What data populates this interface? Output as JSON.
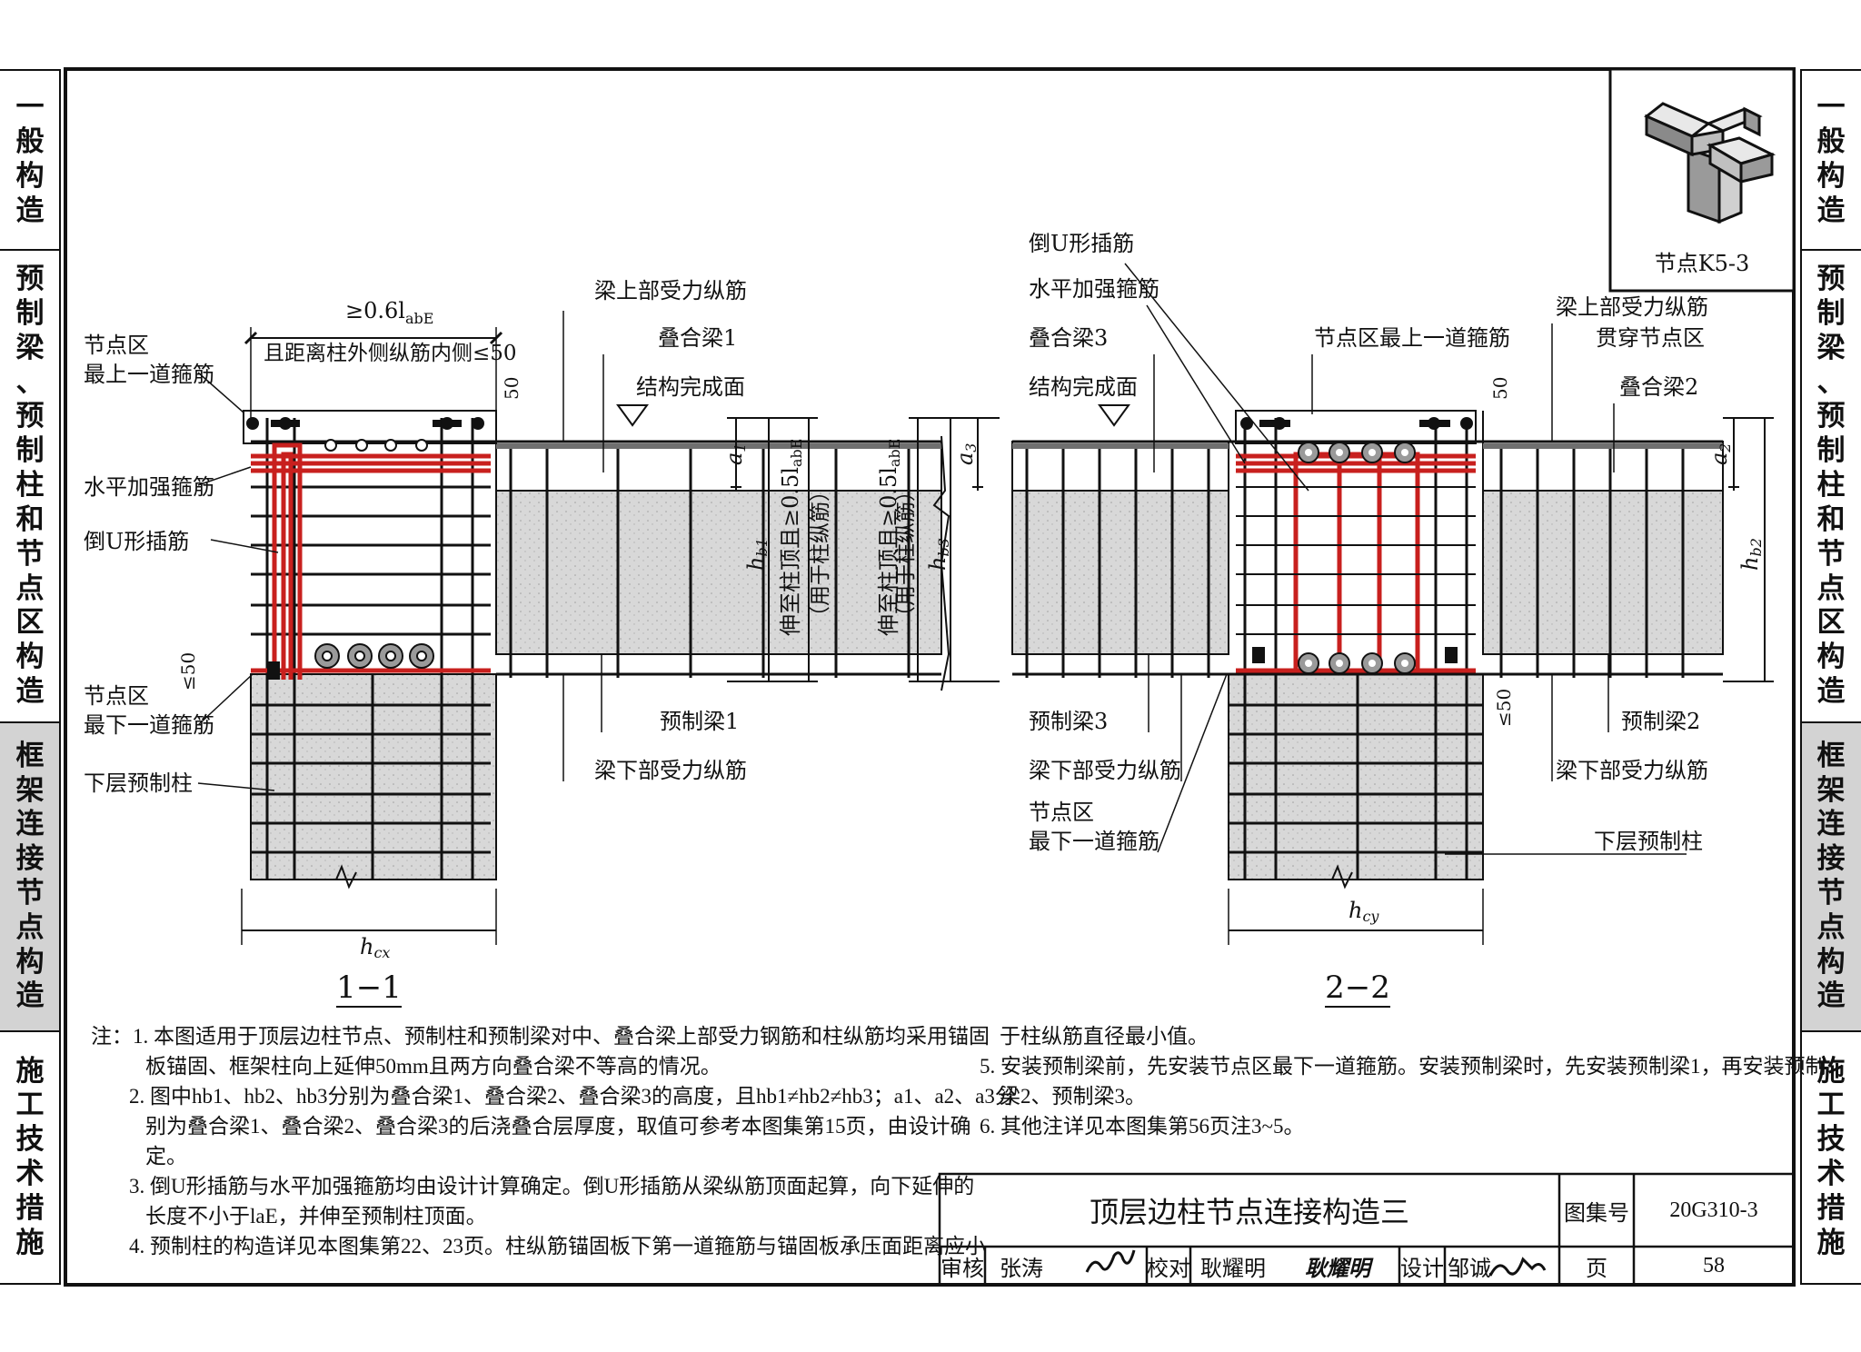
{
  "side_tabs": {
    "tab1": [
      "一",
      "般",
      "构",
      "造"
    ],
    "tab2": [
      "预",
      "制",
      "梁",
      "、",
      "预",
      "制",
      "柱",
      "和",
      "节",
      "点",
      "区",
      "构",
      "造"
    ],
    "tab3": [
      "框",
      "架",
      "连",
      "接",
      "节",
      "点",
      "构",
      "造"
    ],
    "tab4": [
      "施",
      "工",
      "技",
      "术",
      "措",
      "施"
    ]
  },
  "inset": {
    "label": "节点K5-3"
  },
  "section1": {
    "title": "1−1",
    "dim_top_line1": "≥0.6l",
    "dim_top_sub": "abE",
    "dim_top_line2": "且距离柱外侧纵筋内侧≤50",
    "dim_50": "50",
    "dim_le50": "≤50",
    "dim_a": "a",
    "dim_a_sub": "1",
    "dim_h": "h",
    "dim_h_sub": "b1",
    "dim_ext": "伸至柱顶且≥0.5l",
    "dim_ext_sub": "abE",
    "dim_ext2": "（用于柱纵筋）",
    "dim_bottom": "h",
    "dim_bottom_sub": "cx",
    "labels": {
      "top_stirrup": [
        "节点区",
        "最上一道箍筋"
      ],
      "horiz_stirrup": "水平加强箍筋",
      "u_bar": "倒U形插筋",
      "bottom_stirrup": [
        "节点区",
        "最下一道箍筋"
      ],
      "lower_column": "下层预制柱",
      "beam_top_bar": "梁上部受力纵筋",
      "composite_beam": "叠合梁1",
      "finish_surface": "结构完成面",
      "precast_beam": "预制梁1",
      "beam_bottom_bar": "梁下部受力纵筋"
    }
  },
  "section2": {
    "title": "2−2",
    "dim_a3": "a",
    "dim_a3_sub": "3",
    "dim_h3": "h",
    "dim_h3_sub": "b3",
    "dim_a2": "a",
    "dim_a2_sub": "2",
    "dim_h2": "h",
    "dim_h2_sub": "b2",
    "dim_50": "50",
    "dim_le50": "≤50",
    "dim_ext": "伸至柱顶且≥0.5l",
    "dim_ext_sub": "abE",
    "dim_ext2": "（用于柱纵筋）",
    "dim_bottom": "h",
    "dim_bottom_sub": "cy",
    "labels": {
      "u_bar": "倒U形插筋",
      "horiz_stirrup": "水平加强箍筋",
      "composite_beam3": "叠合梁3",
      "finish_surface": "结构完成面",
      "top_stirrup": "节点区最上一道箍筋",
      "beam_top_bar": [
        "梁上部受力纵筋",
        "贯穿节点区"
      ],
      "composite_beam2": "叠合梁2",
      "precast_beam3": "预制梁3",
      "beam_bottom_bar_left": "梁下部受力纵筋",
      "bottom_stirrup": [
        "节点区",
        "最下一道箍筋"
      ],
      "precast_beam2": "预制梁2",
      "beam_bottom_bar_right": "梁下部受力纵筋",
      "lower_column": "下层预制柱"
    }
  },
  "notes": {
    "left": [
      "注：1. 本图适用于顶层边柱节点、预制柱和预制梁对中、叠合梁上部受力钢筋和柱纵筋均采用锚固",
      "板锚固、框架柱向上延伸50mm且两方向叠合梁不等高的情况。",
      "2. 图中hb1、hb2、hb3分别为叠合梁1、叠合梁2、叠合梁3的高度，且hb1≠hb2≠hb3；a1、a2、a3分",
      "别为叠合梁1、叠合梁2、叠合梁3的后浇叠合层厚度，取值可参考本图集第15页，由设计确",
      "定。",
      "3. 倒U形插筋与水平加强箍筋均由设计计算确定。倒U形插筋从梁纵筋顶面起算，向下延伸的",
      "长度不小于laE，并伸至预制柱顶面。",
      "4. 预制柱的构造详见本图集第22、23页。柱纵筋锚固板下第一道箍筋与锚固板承压面距离应小"
    ],
    "right": [
      "于柱纵筋直径最小值。",
      "5. 安装预制梁前，先安装节点区最下一道箍筋。安装预制梁时，先安装预制梁1，再安装预制",
      "梁2、预制梁3。",
      "6. 其他注详见本图集第56页注3~5。"
    ]
  },
  "title_block": {
    "title": "顶层边柱节点连接构造三",
    "atlas_label": "图集号",
    "atlas_no": "20G310-3",
    "review_label": "审核",
    "reviewer": "张涛",
    "check_label": "校对",
    "checker": "耿耀明",
    "checker_sig": "耿耀明",
    "design_label": "设计",
    "designer": "邹诚",
    "page_label": "页",
    "page_no": "58"
  },
  "colors": {
    "rebar_red": "#c8201e",
    "concrete_gray": "#d6d6d6",
    "ink": "#111111"
  }
}
